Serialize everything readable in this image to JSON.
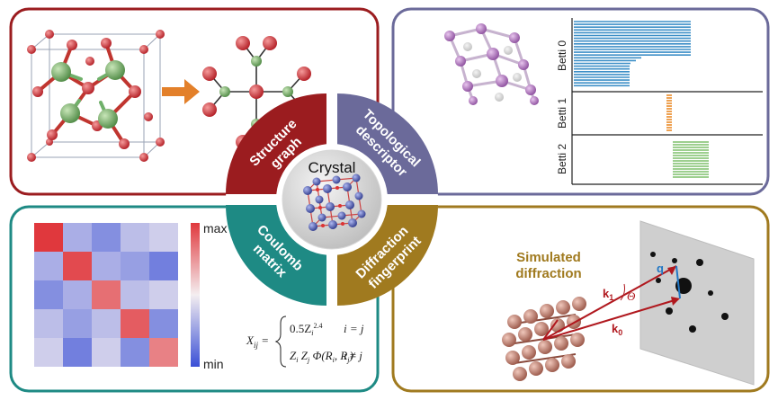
{
  "center": {
    "label": "Crystal"
  },
  "sections": {
    "structure": {
      "label_line1": "Structure",
      "label_line2": "graph",
      "color": "#9b1c1f"
    },
    "topological": {
      "label_line1": "Topological",
      "label_line2": "descriptor",
      "color": "#6b6a9a"
    },
    "coulomb": {
      "label_line1": "Coulomb",
      "label_line2": "matrix",
      "color": "#1e8a84"
    },
    "diffraction": {
      "label_line1": "Diffraction",
      "label_line2": "fingerprint",
      "color": "#a07a1f"
    }
  },
  "betti": {
    "labels": [
      "Betti 0",
      "Betti 1",
      "Betti 2"
    ],
    "colors": [
      "#3d8fc7",
      "#e98a28",
      "#7dbf6a"
    ]
  },
  "colorbar": {
    "max_label": "max",
    "min_label": "min",
    "max_color": "#e0383d",
    "min_color": "#3a4fd6"
  },
  "coulomb_matrix": {
    "values": [
      [
        1.0,
        -0.4,
        -0.6,
        -0.3,
        -0.2
      ],
      [
        -0.4,
        0.9,
        -0.4,
        -0.5,
        -0.7
      ],
      [
        -0.6,
        -0.4,
        0.7,
        -0.3,
        -0.2
      ],
      [
        -0.3,
        -0.5,
        -0.3,
        0.8,
        -0.6
      ],
      [
        -0.2,
        -0.7,
        -0.2,
        -0.6,
        0.6
      ]
    ]
  },
  "formula": {
    "lhs": "X",
    "lhs_sub": "ij",
    "case1": "0.5Z",
    "case1_sup": "2.4",
    "case1_sub": "i",
    "cond1": "i = j",
    "case2": "Z",
    "case2_mid": " Z",
    "case2_func": " Φ(R",
    "case2_sep": ", R",
    "case2_end": ")",
    "sub_i": "i",
    "sub_j": "j",
    "cond2": "i ≠ j"
  },
  "diffraction_panel": {
    "title_line1": "Simulated",
    "title_line2": "diffraction",
    "k1": "k",
    "k1_sub": "1",
    "k0": "k",
    "k0_sub": "0",
    "theta": "Θ",
    "q": "q"
  }
}
